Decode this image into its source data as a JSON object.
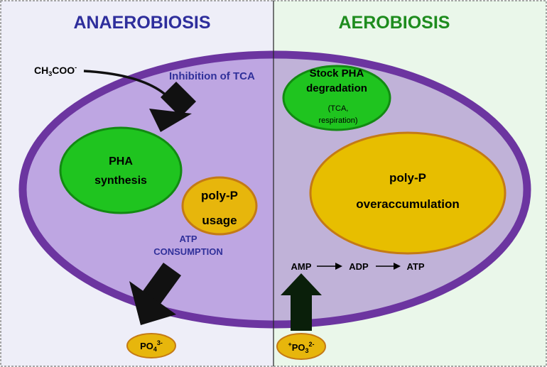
{
  "panels": {
    "left_title": "ANAEROBIOSIS",
    "right_title": "AEROBIOSIS"
  },
  "labels": {
    "acetate_base": "CH",
    "acetate_sub": "3",
    "acetate_rest": "COO",
    "acetate_sup": "-",
    "inhibition": "Inhibition of TCA",
    "pha_line1": "PHA",
    "pha_line2": "synthesis",
    "polyp_usage_line1": "poly-P",
    "polyp_usage_line2": "usage",
    "atp_line1": "ATP",
    "atp_line2": "CONSUMPTION",
    "stock_line1": "Stock PHA",
    "stock_line2": "degradation",
    "stock_line3": "(TCA,",
    "stock_line4": "respiration)",
    "overacc_line1": "poly-P",
    "overacc_line2": "overaccumulation",
    "amp": "AMP",
    "adp": "ADP",
    "atp": "ATP",
    "po4_base": "PO",
    "po4_sub": "4",
    "po4_sup": "3-",
    "po3_pre": "+",
    "po3_base": "PO",
    "po3_sub": "3",
    "po3_sup": "2-"
  },
  "colors": {
    "left_bg": "#eeeef8",
    "right_bg": "#eaf7ea",
    "left_title": "#2e2e9c",
    "right_title": "#1e8c1e",
    "cell_left": "#bea6e2",
    "cell_right": "#c0b2d8",
    "membrane": "#6c35a0",
    "green_fill": "#1fc41f",
    "green_stroke": "#128a12",
    "gold_fill": "#e7b60c",
    "gold_stroke": "#c47a15",
    "arrow_dark": "#111111",
    "arrow_green": "#0a1f0a",
    "blue_text": "#30309a"
  }
}
